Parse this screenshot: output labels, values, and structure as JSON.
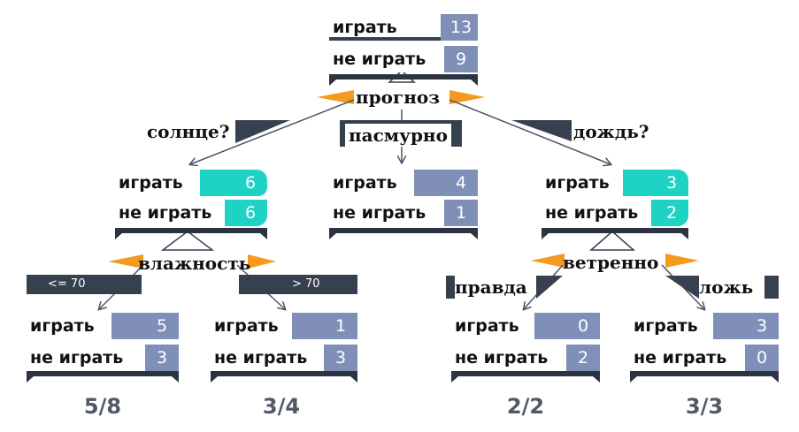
{
  "colors": {
    "teal": "#1ed3c4",
    "blue": "#7f8fb8",
    "dark": "#36404f",
    "orange": "#f49a1e"
  },
  "root": {
    "play_label": "играть",
    "play_count": "13",
    "noplay_label": "не играть",
    "noplay_count": "9",
    "split": "прогноз"
  },
  "branches": {
    "sunny": "солнце?",
    "overcast": "пасмурно",
    "rainy": "дождь?"
  },
  "sunny": {
    "play_label": "играть",
    "play_count": "6",
    "noplay_label": "не играть",
    "noplay_count": "6",
    "split": "влажность"
  },
  "overcast": {
    "play_label": "играть",
    "play_count": "4",
    "noplay_label": "не играть",
    "noplay_count": "1"
  },
  "rainy": {
    "play_label": "играть",
    "play_count": "3",
    "noplay_label": "не играть",
    "noplay_count": "2",
    "split": "ветренно"
  },
  "humidity_branches": {
    "low": "<= 70",
    "high": "> 70"
  },
  "wind_branches": {
    "true": "правда",
    "false": "ложь"
  },
  "leaf_hum_low": {
    "play_label": "играть",
    "play_count": "5",
    "noplay_label": "не играть",
    "noplay_count": "3",
    "score": "5/8"
  },
  "leaf_hum_high": {
    "play_label": "играть",
    "play_count": "1",
    "noplay_label": "не играть",
    "noplay_count": "3",
    "score": "3/4"
  },
  "leaf_wind_true": {
    "play_label": "играть",
    "play_count": "0",
    "noplay_label": "не играть",
    "noplay_count": "2",
    "score": "2/2"
  },
  "leaf_wind_false": {
    "play_label": "играть",
    "play_count": "3",
    "noplay_label": "не играть",
    "noplay_count": "0",
    "score": "3/3"
  }
}
